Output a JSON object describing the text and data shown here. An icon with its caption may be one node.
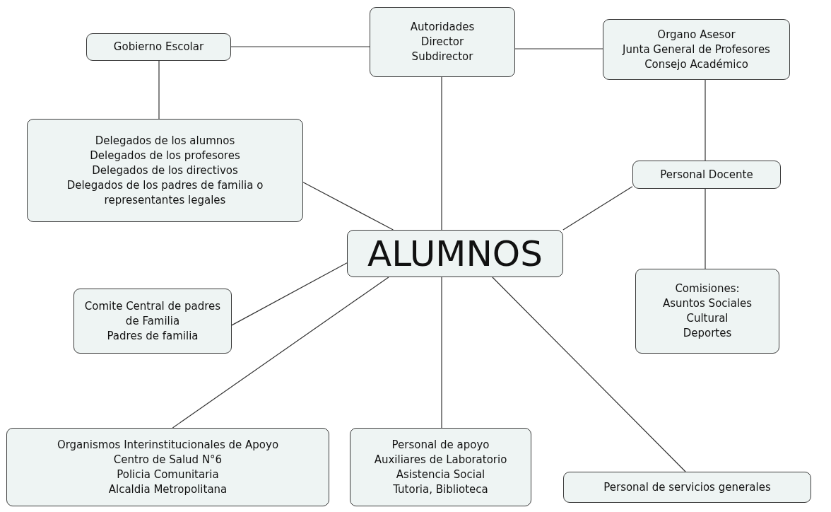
{
  "diagram": {
    "nodes": [
      {
        "text": [
          "Gobierno Escolar"
        ]
      },
      {
        "text": [
          "Autoridades",
          "Director",
          "Subdirector"
        ]
      },
      {
        "text": [
          "Organo Asesor",
          "Junta General de Profesores",
          "Consejo Académico"
        ]
      },
      {
        "text": [
          "Delegados de los alumnos",
          "Delegados de los profesores",
          "Delegados de los directivos",
          "Delegados de los padres de familia o representantes legales"
        ]
      },
      {
        "text": [
          "Personal Docente"
        ]
      },
      {
        "text": [
          "ALUMNOS"
        ]
      },
      {
        "text": [
          "Comite Central de padres de Familia",
          "Padres de familia"
        ]
      },
      {
        "text": [
          "Comisiones:",
          "Asuntos Sociales",
          "Cultural",
          "Deportes"
        ]
      },
      {
        "text": [
          "Organismos Interinstitucionales de Apoyo",
          "Centro de Salud N°6",
          "Policia Comunitaria",
          "Alcaldia Metropolitana"
        ]
      },
      {
        "text": [
          "Personal de apoyo",
          "Auxiliares de Laboratorio",
          "Asistencia Social",
          "Tutoria, Biblioteca"
        ]
      },
      {
        "text": [
          "Personal de servicios generales"
        ]
      }
    ],
    "edges": [
      {
        "from": 0,
        "to": 1,
        "arrow": "none"
      },
      {
        "from": 1,
        "to": 2,
        "arrow": "none"
      },
      {
        "from": 0,
        "to": 3,
        "arrow": "none"
      },
      {
        "from": 1,
        "to": 5,
        "arrow": "none"
      },
      {
        "from": 2,
        "to": 4,
        "arrow": "none"
      },
      {
        "from": 4,
        "to": 7,
        "arrow": "none"
      },
      {
        "from": 3,
        "to": 5,
        "arrow": "none"
      },
      {
        "from": 4,
        "to": 5,
        "arrow": "none"
      },
      {
        "from": 6,
        "to": 5,
        "arrow": "none"
      },
      {
        "from": 8,
        "to": 5,
        "arrow": "none"
      },
      {
        "from": 9,
        "to": 5,
        "arrow": "none"
      },
      {
        "from": 10,
        "to": 5,
        "arrow": "none"
      }
    ]
  }
}
